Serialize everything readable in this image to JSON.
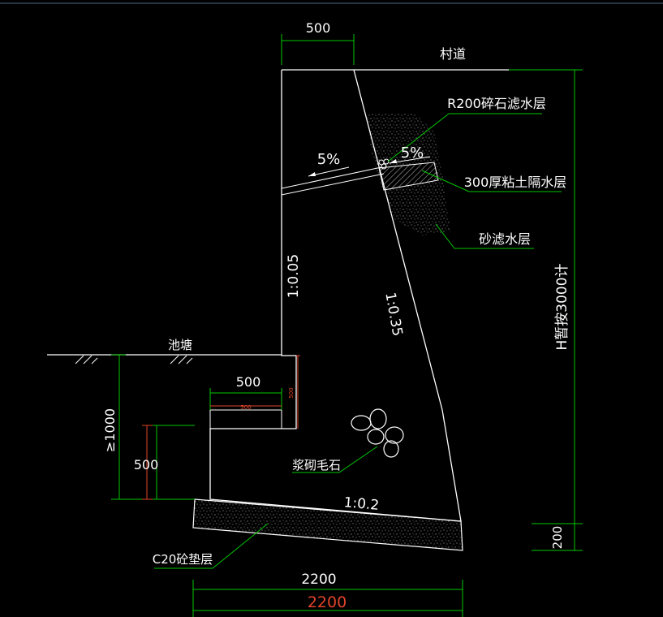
{
  "colors": {
    "background": "#000000",
    "structure": "#ffffff",
    "dimension": "#00c800",
    "leader": "#00c800",
    "highlight": "#e0442a",
    "hatch": "#9a9a9a"
  },
  "labels": {
    "village_road": "村道",
    "gravel_filter": "R200碎石滤水层",
    "clay_water_barrier": "300厚粘土隔水层",
    "sand_filter": "砂滤水层",
    "pond": "池塘",
    "mortar_rubble": "浆砌毛石",
    "c20_cushion": "C20砼垫层",
    "slope_drain_left": "5%",
    "slope_drain_right": "5%",
    "front_slope": "1:0.05",
    "back_slope": "1:0.35",
    "base_slope": "1:0.2"
  },
  "dimensions": {
    "top_width": "500",
    "step_width": "500",
    "step_width_small": "500",
    "step_height_small": "500",
    "toe_height": "500",
    "embed_depth": "≥1000",
    "wall_height": "H暂按3000计",
    "cushion_thickness": "200",
    "base_width": "2200",
    "base_width_red": "2200"
  }
}
